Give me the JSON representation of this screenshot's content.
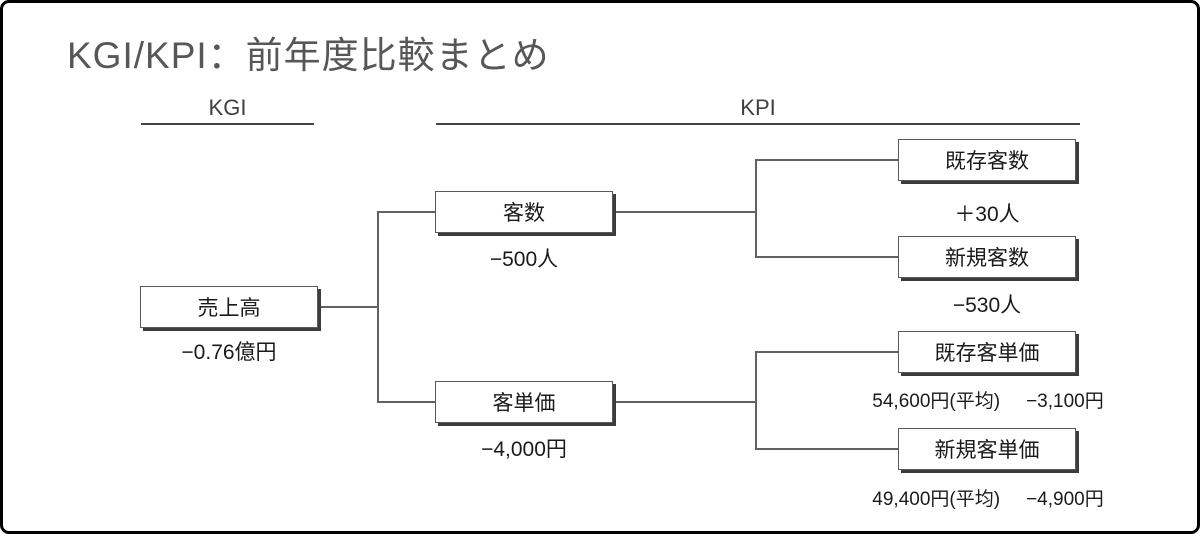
{
  "title": "KGI/KPI：前年度比較まとめ",
  "headers": {
    "kgi": "KGI",
    "kpi": "KPI"
  },
  "nodes": {
    "sales": {
      "label": "売上高",
      "delta": "−0.76億円"
    },
    "customers": {
      "label": "客数",
      "delta": "−500人"
    },
    "unit_price": {
      "label": "客単価",
      "delta": "−4,000円"
    },
    "existing_customers": {
      "label": "既存客数",
      "delta": "＋30人"
    },
    "new_customers": {
      "label": "新規客数",
      "delta": "−530人"
    },
    "existing_unit_price": {
      "label": "既存客単価",
      "average": "54,600円(平均)",
      "delta": "−3,100円"
    },
    "new_unit_price": {
      "label": "新規客単価",
      "average": "49,400円(平均)",
      "delta": "−4,900円"
    }
  },
  "colors": {
    "frame_border": "#000000",
    "title_text": "#575757",
    "box_border": "#595959",
    "box_shadow": "#3c3c3c",
    "connector": "#616161",
    "text": "#1a1a1a",
    "background": "#ffffff"
  }
}
